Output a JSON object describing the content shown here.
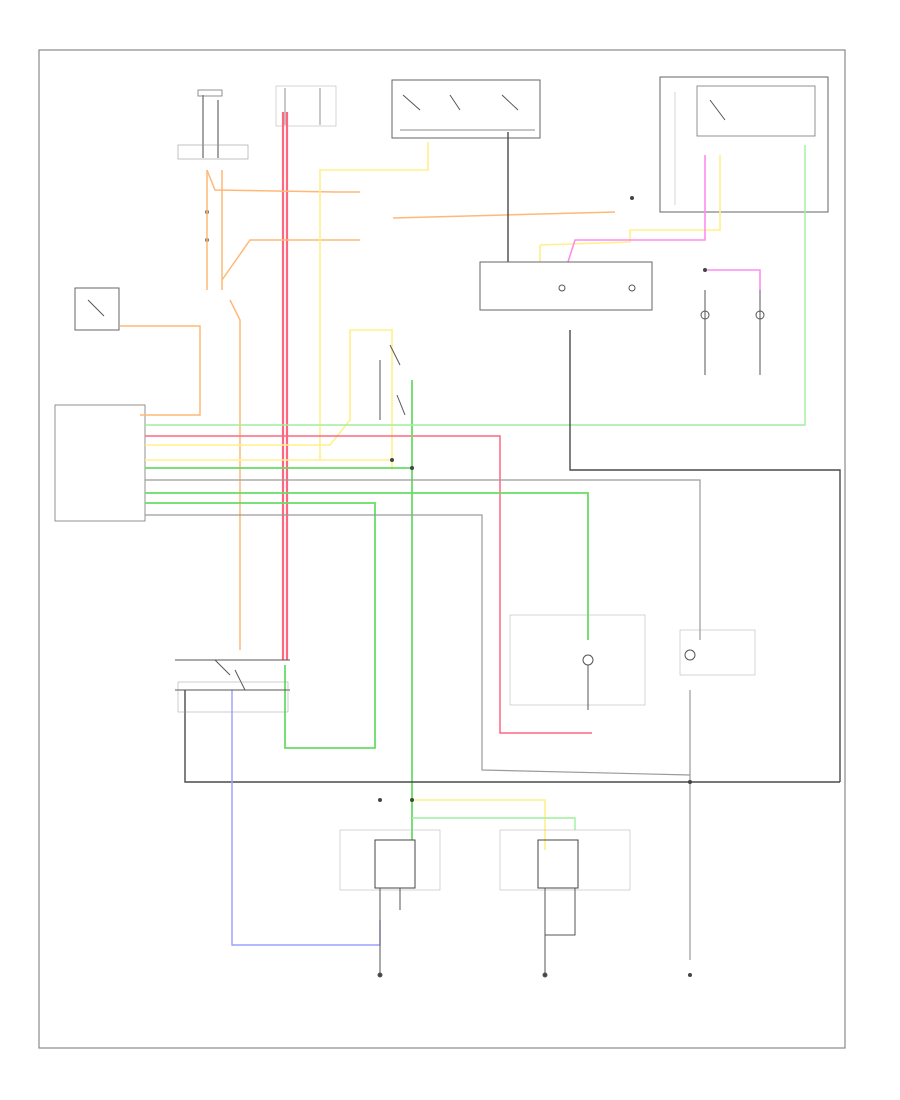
{
  "diagram": {
    "footer_code": "",
    "wire_colors": {
      "red": "#ff6680",
      "orange": "#ffb877",
      "yellow": "#fff08a",
      "green": "#66dd66",
      "light_green": "#9ef19e",
      "blue": "#9aa0ff",
      "pink": "#ff8cf0",
      "gray": "#9a9a9a",
      "dark": "#4a4a4a",
      "frame": "#7a7a7a"
    },
    "components": [
      {
        "id": "fuse-block-left",
        "label": "",
        "icon": "fuse-icon"
      },
      {
        "id": "fuse-block-center",
        "label": "",
        "icon": "fuse-icon"
      },
      {
        "id": "relay-box-top",
        "label": "",
        "icon": "relay-icon"
      },
      {
        "id": "daytime-running-lamp-module",
        "label": "",
        "icon": "module-icon"
      },
      {
        "id": "headlamp-switch",
        "label": "",
        "icon": "switch-icon"
      },
      {
        "id": "dimmer-switch",
        "label": "",
        "icon": "switch-icon"
      },
      {
        "id": "instrument-cluster",
        "label": "",
        "icon": "lamp-icon"
      },
      {
        "id": "left-headlamp",
        "label": "",
        "icon": "lamp-icon"
      },
      {
        "id": "right-headlamp",
        "label": "",
        "icon": "lamp-icon"
      }
    ]
  }
}
